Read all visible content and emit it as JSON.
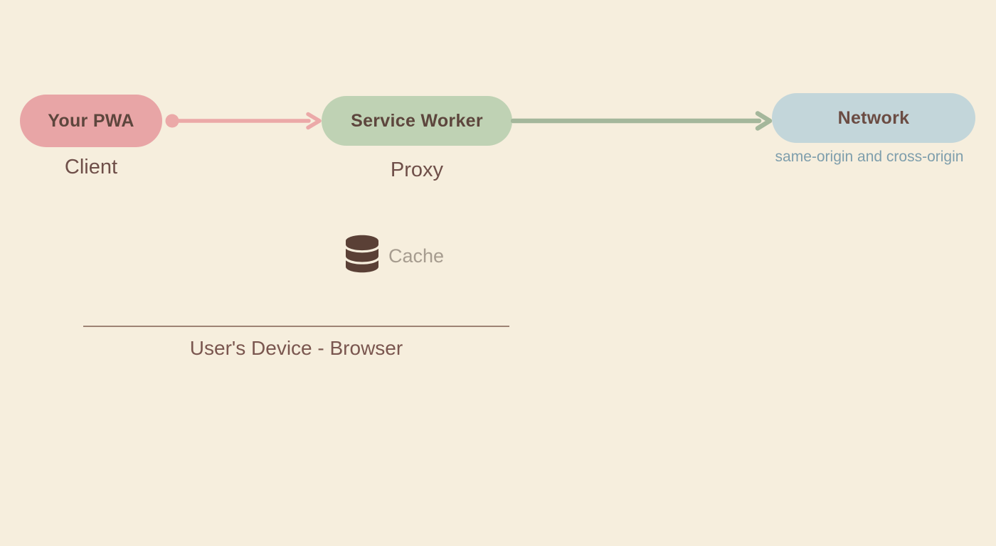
{
  "diagram": {
    "background_color": "#f6eedd",
    "nodes": [
      {
        "id": "pwa",
        "label": "Your PWA",
        "sublabel": "Client",
        "fill": "#e8a5a6",
        "text_color": "#5d463d"
      },
      {
        "id": "service-worker",
        "label": "Service Worker",
        "sublabel": "Proxy",
        "fill": "#bfd2b4",
        "text_color": "#5d463d"
      },
      {
        "id": "network",
        "label": "Network",
        "sublabel": "same-origin and cross-origin",
        "fill": "#c3d6da",
        "text_color": "#6b4c43",
        "sublabel_color": "#7e9eac"
      }
    ],
    "arrows": [
      {
        "id": "pwa-to-service-worker",
        "from": "pwa",
        "to": "service-worker",
        "color": "#eba9a8",
        "start_marker": "dot",
        "end_marker": "chevron"
      },
      {
        "id": "service-worker-to-network",
        "from": "service-worker",
        "to": "network",
        "color": "#a4b79b",
        "start_marker": "none",
        "end_marker": "chevron"
      }
    ],
    "cache": {
      "icon": "database-icon",
      "icon_color": "#5a4036",
      "label": "Cache",
      "label_color": "#a69c8f"
    },
    "device_boundary": {
      "label": "User's Device - Browser",
      "line_color": "#9d8374",
      "label_color": "#7a564f"
    }
  }
}
